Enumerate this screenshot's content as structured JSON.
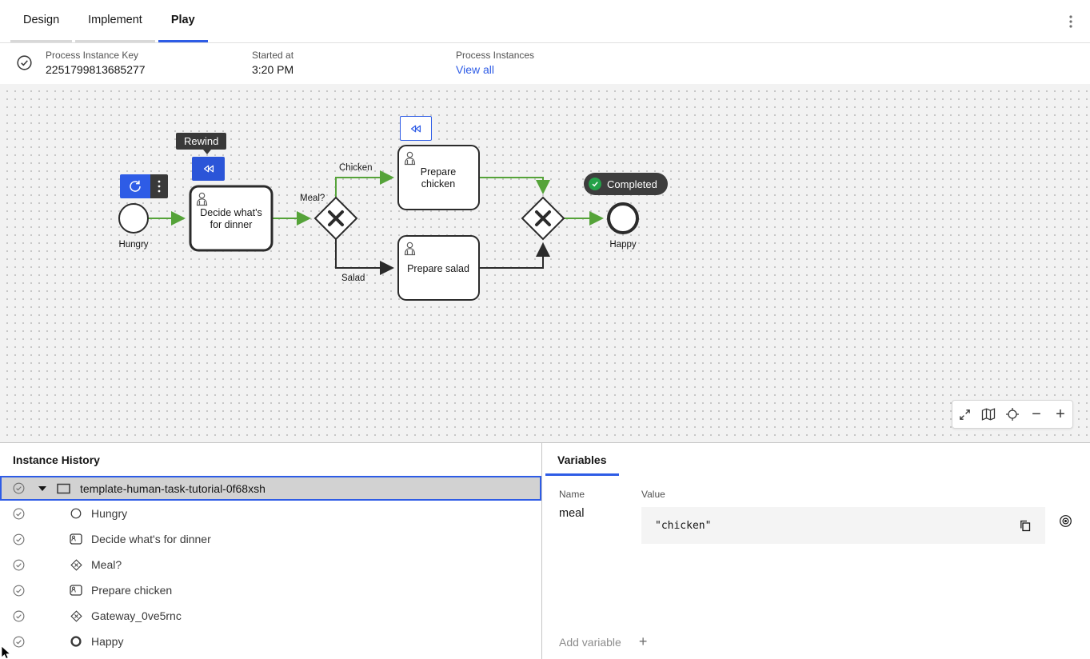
{
  "header": {
    "tabs": [
      {
        "label": "Design"
      },
      {
        "label": "Implement"
      },
      {
        "label": "Play"
      }
    ],
    "active_tab": "Play"
  },
  "info_bar": {
    "process_instance_key": {
      "label": "Process Instance Key",
      "value": "2251799813685277"
    },
    "started_at": {
      "label": "Started at",
      "value": "3:20 PM"
    },
    "process_instances": {
      "label": "Process Instances",
      "link": "View all"
    }
  },
  "diagram": {
    "tooltip": "Rewind",
    "status_badge": "Completed",
    "nodes": {
      "start": {
        "label": "Hungry"
      },
      "decide": {
        "lines": [
          "Decide what's",
          "for dinner"
        ]
      },
      "gateway1": {
        "label": "Meal?"
      },
      "prepare_chicken": {
        "lines": [
          "Prepare",
          "chicken"
        ]
      },
      "prepare_salad": {
        "label": "Prepare salad"
      },
      "end": {
        "label": "Happy"
      }
    },
    "edge_labels": {
      "chicken": "Chicken",
      "salad": "Salad"
    },
    "colors": {
      "taken_path": "#55a339",
      "default_path": "#2b2b2b",
      "accent_blue": "#2e5ce6",
      "badge_bg": "#3d3d3d",
      "badge_check_green": "#24a148"
    }
  },
  "canvas_controls": {
    "icons": [
      "fit-viewport-icon",
      "minimap-icon",
      "center-viewport-icon",
      "zoom-out-icon",
      "zoom-in-icon"
    ],
    "zoom_out_glyph": "−",
    "zoom_in_glyph": "+"
  },
  "instance_history": {
    "title": "Instance History",
    "items": [
      {
        "icon": "process",
        "label": "template-human-task-tutorial-0f68xsh",
        "selected": true
      },
      {
        "icon": "start-event",
        "label": "Hungry"
      },
      {
        "icon": "user-task",
        "label": "Decide what's for dinner"
      },
      {
        "icon": "gateway",
        "label": "Meal?"
      },
      {
        "icon": "user-task",
        "label": "Prepare chicken"
      },
      {
        "icon": "gateway",
        "label": "Gateway_0ve5rnc"
      },
      {
        "icon": "end-event",
        "label": "Happy"
      }
    ]
  },
  "variables": {
    "tab": "Variables",
    "columns": {
      "name": "Name",
      "value": "Value"
    },
    "rows": [
      {
        "name": "meal",
        "value": "\"chicken\""
      }
    ],
    "add_label": "Add variable",
    "add_icon": "+"
  }
}
